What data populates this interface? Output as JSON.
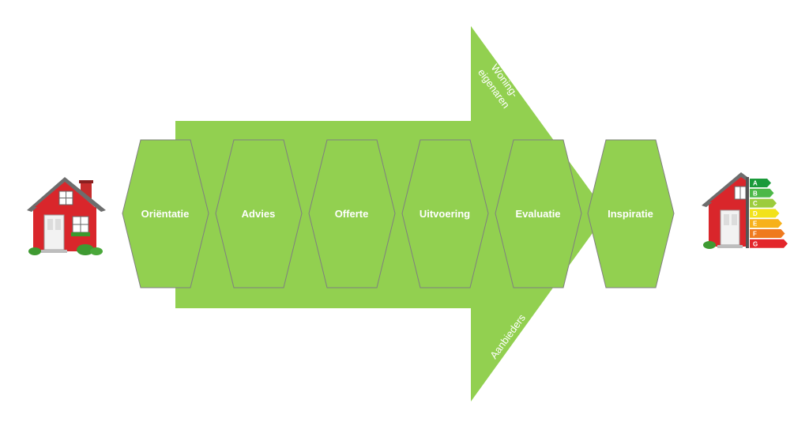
{
  "colors": {
    "arrow": "#92d050",
    "hex_fill": "#92d050",
    "hex_stroke": "#7f7f7f",
    "house_wall": "#d9262b",
    "house_roof": "#6d6d6d",
    "label_text": "#ffffff"
  },
  "steps": [
    {
      "label": "Oriëntatie"
    },
    {
      "label": "Advies"
    },
    {
      "label": "Offerte"
    },
    {
      "label": "Uitvoering"
    },
    {
      "label": "Evaluatie"
    },
    {
      "label": "Inspiratie"
    }
  ],
  "arrow_labels": {
    "top_line1": "Woning-",
    "top_line2": "eigenaren",
    "bottom": "Aanbieders"
  },
  "left_icon": "house-icon",
  "right_icon": "energy-label-house-icon",
  "energy_classes": [
    {
      "letter": "A",
      "color": "#1a9a3a"
    },
    {
      "letter": "B",
      "color": "#4cb848"
    },
    {
      "letter": "C",
      "color": "#9ccc3c"
    },
    {
      "letter": "D",
      "color": "#f2e21a"
    },
    {
      "letter": "E",
      "color": "#f7b11a"
    },
    {
      "letter": "F",
      "color": "#ef7a1f"
    },
    {
      "letter": "G",
      "color": "#e3262b"
    }
  ]
}
